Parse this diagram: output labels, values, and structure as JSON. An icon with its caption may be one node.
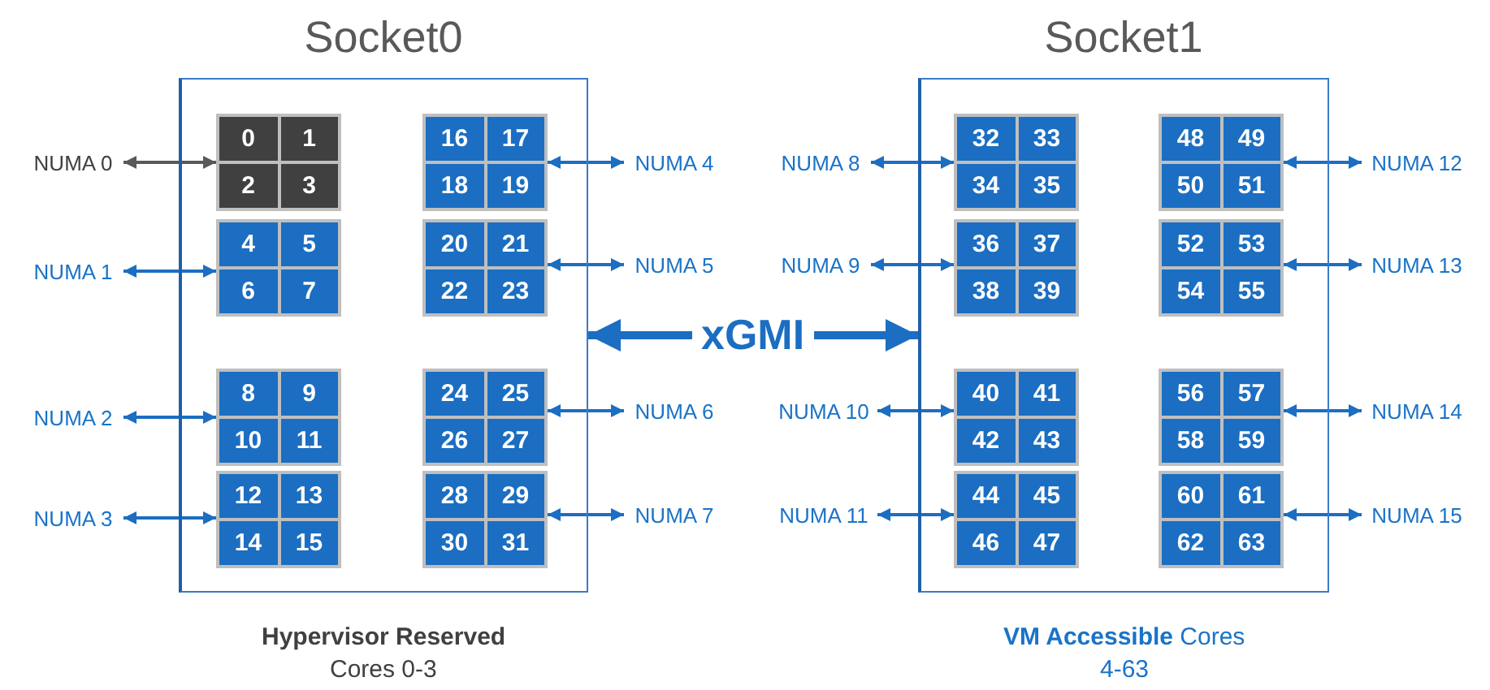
{
  "diagram": {
    "nodes": [
      {
        "text": [
          "Socket0"
        ]
      },
      {
        "text": [
          "0",
          "1",
          "2",
          "3"
        ],
        "in": 0
      },
      {
        "text": [
          "16",
          "17",
          "18",
          "19"
        ],
        "in": 0
      },
      {
        "text": [
          "4",
          "5",
          "6",
          "7"
        ],
        "in": 0
      },
      {
        "text": [
          "20",
          "21",
          "22",
          "23"
        ],
        "in": 0
      },
      {
        "text": [
          "8",
          "9",
          "10",
          "11"
        ],
        "in": 0
      },
      {
        "text": [
          "24",
          "25",
          "26",
          "27"
        ],
        "in": 0
      },
      {
        "text": [
          "12",
          "13",
          "14",
          "15"
        ],
        "in": 0
      },
      {
        "text": [
          "28",
          "29",
          "30",
          "31"
        ],
        "in": 0
      },
      {
        "text": [
          "Socket1"
        ]
      },
      {
        "text": [
          "32",
          "33",
          "34",
          "35"
        ],
        "in": 9
      },
      {
        "text": [
          "48",
          "49",
          "50",
          "51"
        ],
        "in": 9
      },
      {
        "text": [
          "36",
          "37",
          "38",
          "39"
        ],
        "in": 9
      },
      {
        "text": [
          "52",
          "53",
          "54",
          "55"
        ],
        "in": 9
      },
      {
        "text": [
          "40",
          "41",
          "42",
          "43"
        ],
        "in": 9
      },
      {
        "text": [
          "56",
          "57",
          "58",
          "59"
        ],
        "in": 9
      },
      {
        "text": [
          "44",
          "45",
          "46",
          "47"
        ],
        "in": 9
      },
      {
        "text": [
          "60",
          "61",
          "62",
          "63"
        ],
        "in": 9
      },
      {
        "text": [
          "NUMA 0"
        ]
      },
      {
        "text": [
          "NUMA 1"
        ]
      },
      {
        "text": [
          "NUMA 2"
        ]
      },
      {
        "text": [
          "NUMA 3"
        ]
      },
      {
        "text": [
          "NUMA 4"
        ]
      },
      {
        "text": [
          "NUMA 5"
        ]
      },
      {
        "text": [
          "NUMA 6"
        ]
      },
      {
        "text": [
          "NUMA 7"
        ]
      },
      {
        "text": [
          "NUMA 8"
        ]
      },
      {
        "text": [
          "NUMA 9"
        ]
      },
      {
        "text": [
          "NUMA 10"
        ]
      },
      {
        "text": [
          "NUMA 11"
        ]
      },
      {
        "text": [
          "NUMA 12"
        ]
      },
      {
        "text": [
          "NUMA 13"
        ]
      },
      {
        "text": [
          "NUMA 14"
        ]
      },
      {
        "text": [
          "NUMA 15"
        ]
      }
    ],
    "edges": [
      {
        "from": 0,
        "to": 9,
        "arrow": "both",
        "label": "xGMI",
        "style": "thick"
      },
      {
        "from": 18,
        "to": 1,
        "arrow": "both",
        "color": "#595959"
      },
      {
        "from": 19,
        "to": 3,
        "arrow": "both"
      },
      {
        "from": 20,
        "to": 5,
        "arrow": "both"
      },
      {
        "from": 21,
        "to": 7,
        "arrow": "both"
      },
      {
        "from": 22,
        "to": 2,
        "arrow": "both"
      },
      {
        "from": 23,
        "to": 4,
        "arrow": "both"
      },
      {
        "from": 24,
        "to": 6,
        "arrow": "both"
      },
      {
        "from": 25,
        "to": 8,
        "arrow": "both"
      },
      {
        "from": 26,
        "to": 10,
        "arrow": "both"
      },
      {
        "from": 27,
        "to": 12,
        "arrow": "both"
      },
      {
        "from": 28,
        "to": 14,
        "arrow": "both"
      },
      {
        "from": 29,
        "to": 16,
        "arrow": "both"
      },
      {
        "from": 30,
        "to": 11,
        "arrow": "both"
      },
      {
        "from": 31,
        "to": 13,
        "arrow": "both"
      },
      {
        "from": 32,
        "to": 15,
        "arrow": "both"
      },
      {
        "from": 33,
        "to": 17,
        "arrow": "both"
      }
    ],
    "labels": [
      "Hypervisor Reserved",
      "Cores 0-3",
      "**VM Accessible** Cores",
      "4-63"
    ]
  }
}
